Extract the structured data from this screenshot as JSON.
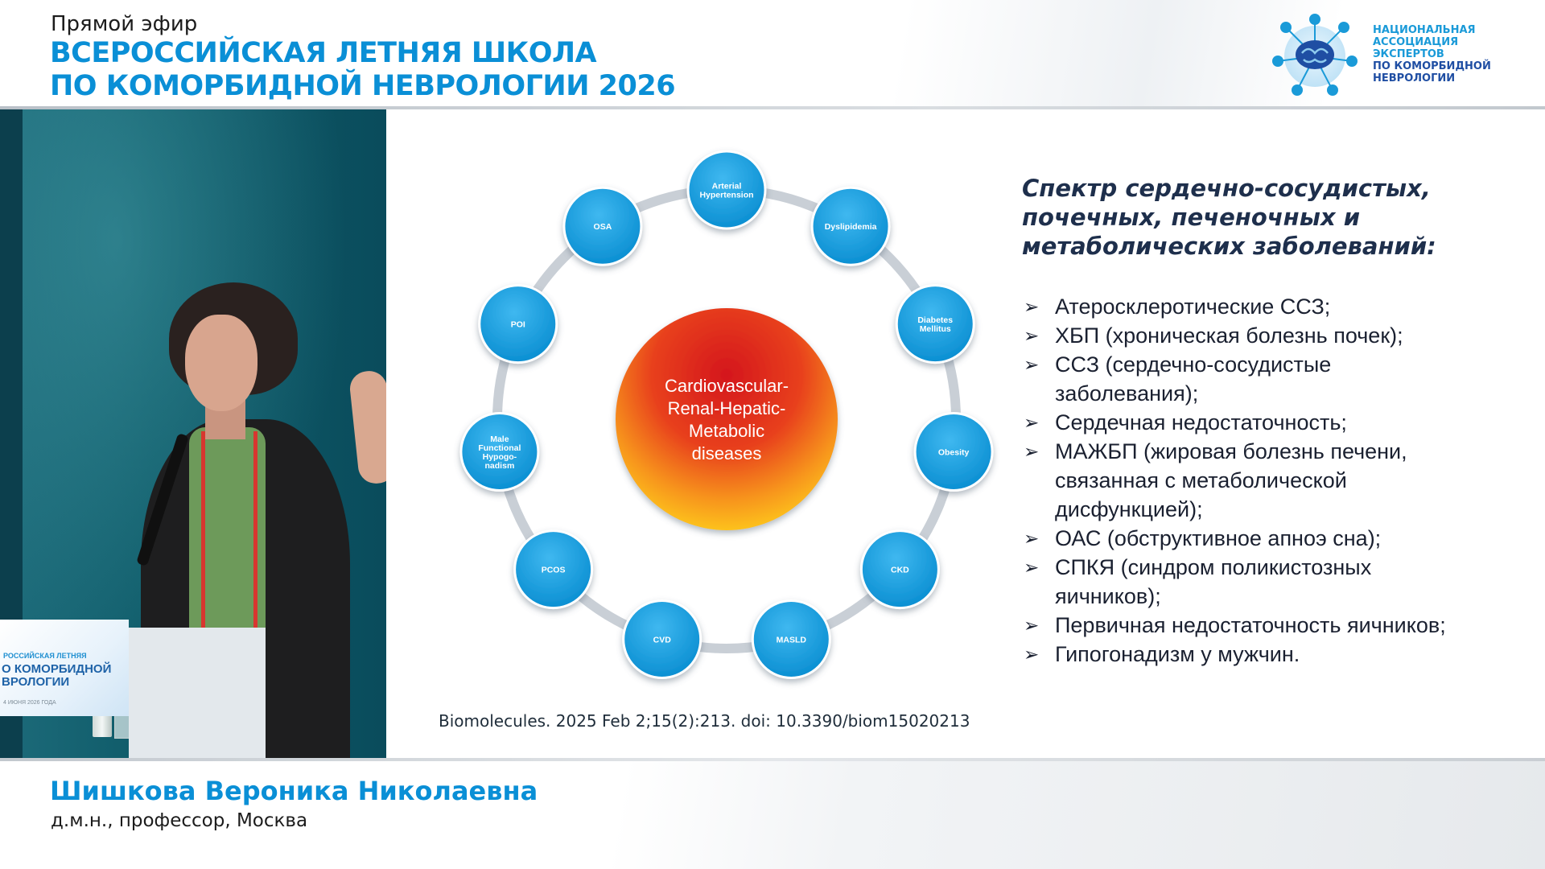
{
  "header": {
    "live_label": "Прямой эфир",
    "title_line1": "ВСЕРОССИЙСКАЯ ЛЕТНЯЯ ШКОЛА",
    "title_line2": "ПО КОМОРБИДНОЙ НЕВРОЛОГИИ 2026"
  },
  "organization": {
    "lines": [
      "НАЦИОНАЛЬНАЯ",
      "АССОЦИАЦИЯ",
      "ЭКСПЕРТОВ",
      "ПО КОМОРБИДНОЙ",
      "НЕВРОЛОГИИ"
    ],
    "logo_icon": "brain-network-logo-icon",
    "color_light": "#1a9ad8",
    "color_dark": "#1f4ea3"
  },
  "podium_poster": {
    "line1": "РОССИЙСКАЯ ЛЕТНЯЯ",
    "line2": "О КОМОРБИДНОЙ",
    "line3": "ВРОЛОГИИ",
    "line4": "4 ИЮНЯ 2026 ГОДА"
  },
  "slide": {
    "center_label": [
      "Cardiovascular-",
      "Renal-Hepatic-",
      "Metabolic",
      "diseases"
    ],
    "nodes": [
      [
        "Arterial",
        "Hypertension"
      ],
      [
        "Dyslipidemia"
      ],
      [
        "Diabetes",
        "Mellitus"
      ],
      [
        "Obesity"
      ],
      [
        "CKD"
      ],
      [
        "MASLD"
      ],
      [
        "CVD"
      ],
      [
        "PCOS"
      ],
      [
        "Male",
        "Functional",
        "Hypogo-",
        "nadism"
      ],
      [
        "POI"
      ],
      [
        "OSA"
      ]
    ],
    "citation": "Biomolecules.  2025 Feb 2;15(2):213. doi: 10.3390/biom15020213",
    "spectrum_title": [
      "Спектр сердечно-сосудистых,",
      "почечных, печеночных и",
      "метаболических заболеваний:"
    ],
    "bullets": [
      {
        "text": "Атеросклеротические ССЗ;"
      },
      {
        "text": "ХБП (хроническая болезнь почек);"
      },
      {
        "text": "ССЗ (сердечно-сосудистые",
        "cont": "заболевания);"
      },
      {
        "text": "Сердечная недостаточность;"
      },
      {
        "text": "МАЖБП (жировая болезнь печени,",
        "cont": "связанная с метаболической",
        "cont2": "дисфункцией);"
      },
      {
        "text": "ОАС (обструктивное апноэ сна);"
      },
      {
        "text": "СПКЯ (синдром поликистозных",
        "cont": "яичников);"
      },
      {
        "text": "Первичная недостаточность яичников;"
      },
      {
        "text": "Гипогонадизм у мужчин."
      }
    ],
    "bullet_icon": "arrowhead-bullet-icon",
    "colors": {
      "node_blue": "#1aa0e0",
      "ring_grey": "#c9cfd6",
      "center_red": "#e0231c",
      "center_yellow": "#ffd21a"
    }
  },
  "lower_third": {
    "speaker_name": "Шишкова Вероника Николаевна",
    "speaker_role": "д.м.н., профессор, Москва"
  }
}
